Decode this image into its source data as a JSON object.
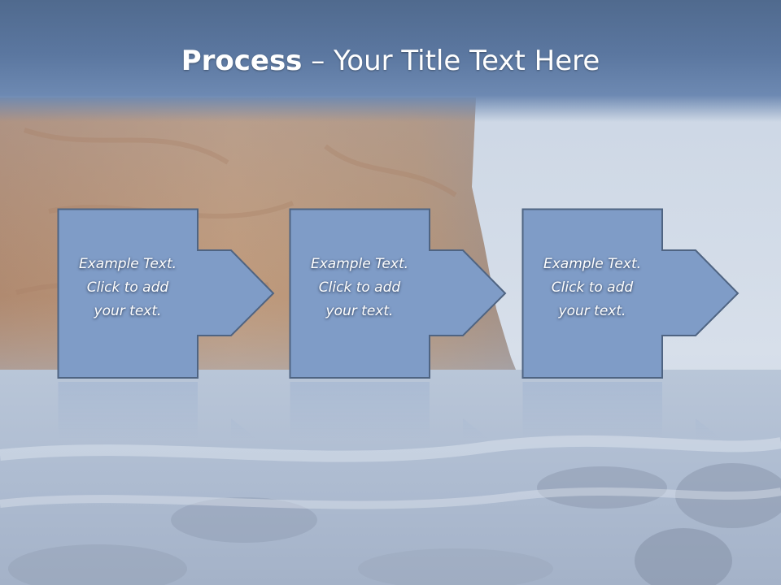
{
  "slide": {
    "title_bold": "Process",
    "title_rest": " – Your Title Text Here",
    "steps": [
      {
        "line1": "Example Text.",
        "line2": "Click  to add",
        "line3": "your text."
      },
      {
        "line1": "Example Text.",
        "line2": "Click  to add",
        "line3": "your text."
      },
      {
        "line1": "Example Text.",
        "line2": "Click  to add",
        "line3": "your text."
      }
    ]
  },
  "colors": {
    "title_band": "#5b77a0",
    "shape_fill": "#7f9cc7",
    "shape_stroke": "#5a6e8c",
    "cliff": "#b59274",
    "sky": "#d6dfea",
    "sea": "#b7c4d8"
  }
}
